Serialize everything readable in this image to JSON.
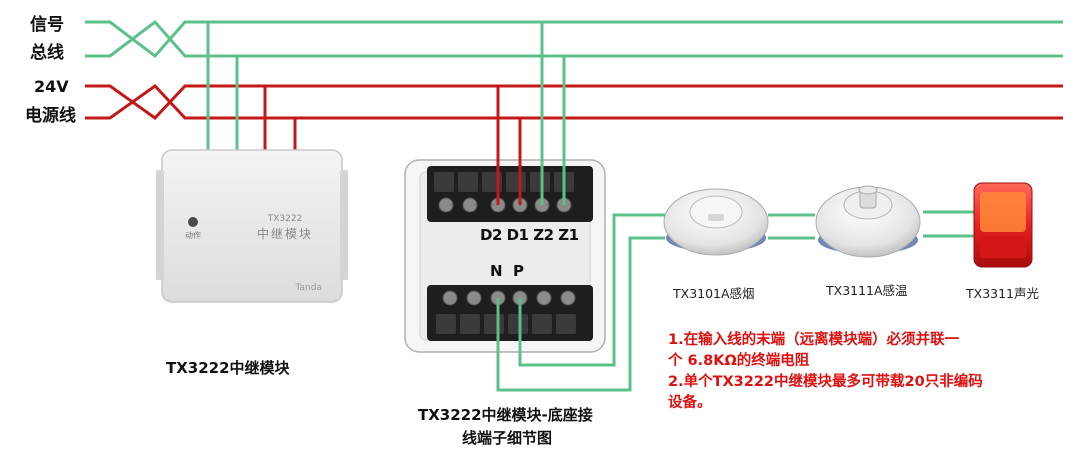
{
  "bus_labels": {
    "signal_line1": "信号",
    "signal_line2": "总线",
    "power_line1": "24V",
    "power_line2": "电源线"
  },
  "relay_module": {
    "model_text": "TX3222",
    "name_text": "中继模块",
    "indicator_label": "动作",
    "brand": "Tanda",
    "caption": "TX3222中继模块"
  },
  "terminal_base": {
    "top_terminals": "D2 D1 Z2 Z1",
    "bottom_terminals": "N  P",
    "caption_line1": "TX3222中继模块-底座接",
    "caption_line2": "线端子细节图"
  },
  "devices": {
    "smoke": "TX3101A感烟",
    "heat": "TX3111A感温",
    "alarm": "TX3311声光"
  },
  "notes": {
    "line1": "1.在输入线的末端（远离模块端）必须并联一",
    "line2": "个 6.8KΩ的终端电阻",
    "line3": "2.单个TX3222中继模块最多可带载20只非编码",
    "line4": "设备。"
  },
  "colors": {
    "signal_wire": "#5cc08a",
    "power_wire": "#c41818",
    "note_text": "#e01010"
  }
}
